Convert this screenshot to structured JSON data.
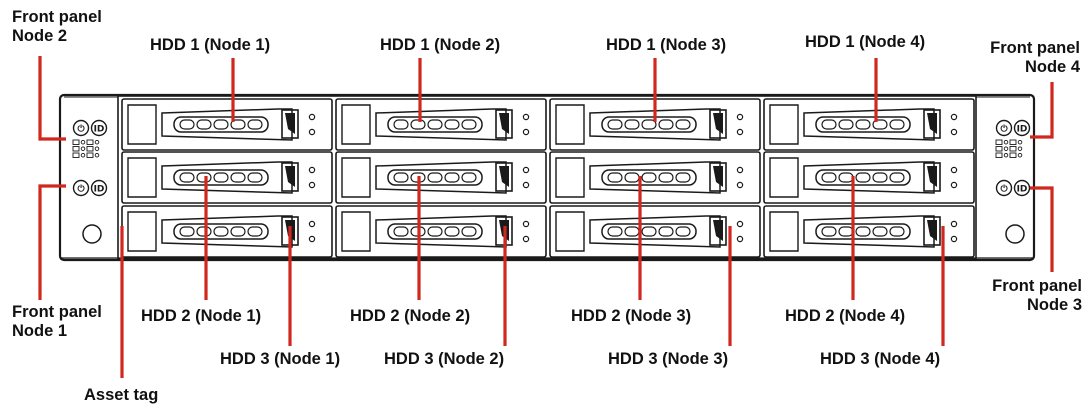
{
  "labels": {
    "front_panel_node2": [
      "Front panel",
      "Node 2"
    ],
    "front_panel_node4": [
      "Front panel",
      "Node 4"
    ],
    "front_panel_node1": [
      "Front panel",
      "Node 1"
    ],
    "front_panel_node3": [
      "Front panel",
      "Node 3"
    ],
    "asset_tag": "Asset tag",
    "hdd1_node1": "HDD 1 (Node 1)",
    "hdd1_node2": "HDD 1 (Node 2)",
    "hdd1_node3": "HDD 1 (Node 3)",
    "hdd1_node4": "HDD 1 (Node 4)",
    "hdd2_node1": "HDD 2 (Node 1)",
    "hdd2_node2": "HDD 2 (Node 2)",
    "hdd2_node3": "HDD 2 (Node 3)",
    "hdd2_node4": "HDD 2 (Node 4)",
    "hdd3_node1": "HDD 3 (Node 1)",
    "hdd3_node2": "HDD 3 (Node 2)",
    "hdd3_node3": "HDD 3 (Node 3)",
    "hdd3_node4": "HDD 3 (Node 4)"
  },
  "panel_buttons": {
    "power_glyph": "⏻",
    "id_label": "ID"
  },
  "colors": {
    "leader": "#d0271e",
    "line": "#1a1a1a",
    "text": "#111111"
  }
}
